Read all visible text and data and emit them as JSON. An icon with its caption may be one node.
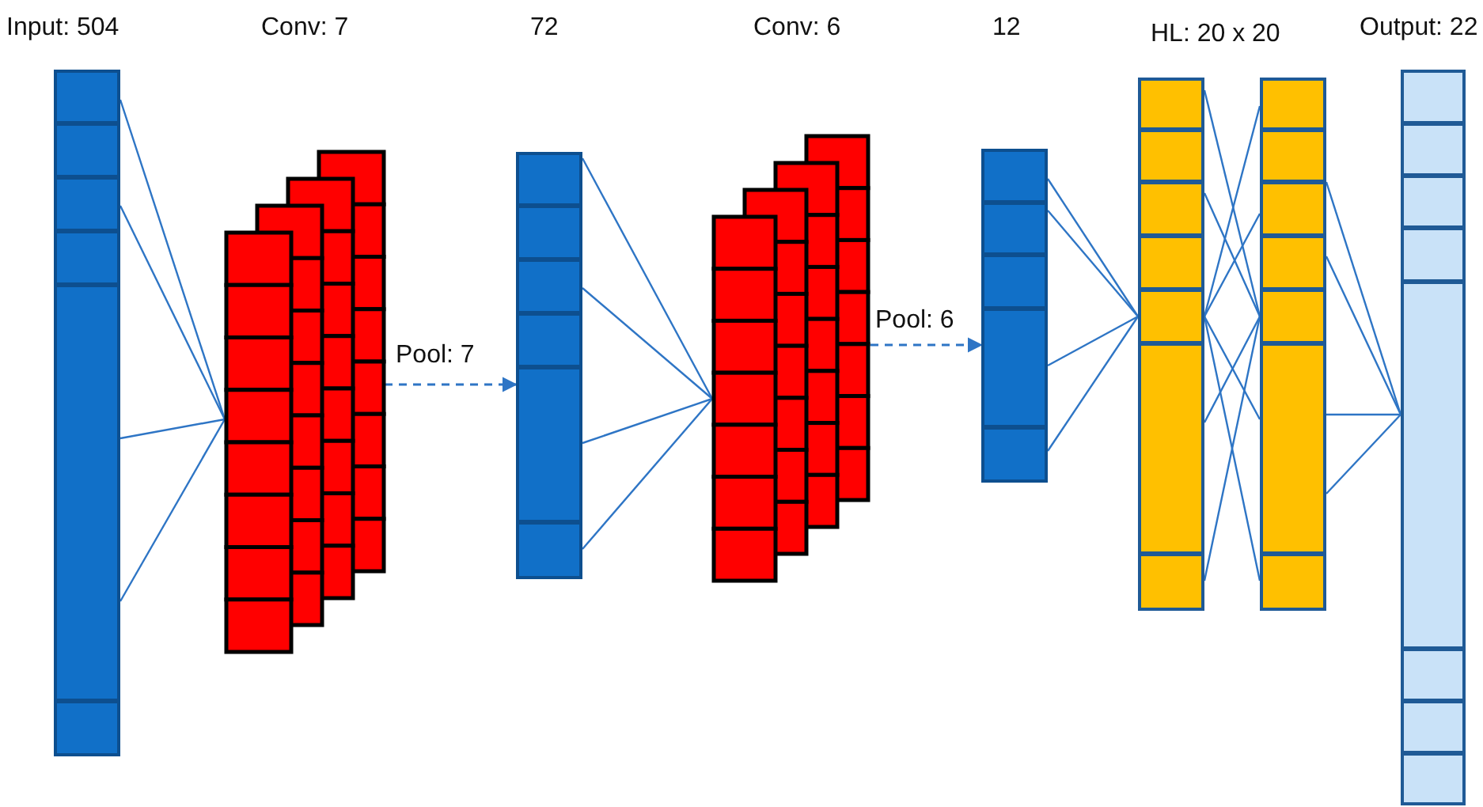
{
  "diagram": {
    "nodes": [
      {
        "text": [
          "Input: 504"
        ]
      },
      {
        "text": [
          "Conv: 7"
        ]
      },
      {
        "text": [
          "72"
        ]
      },
      {
        "text": [
          "Conv: 6"
        ]
      },
      {
        "text": [
          "12"
        ]
      },
      {
        "text": [],
        "shape": "bar"
      },
      {
        "text": [],
        "shape": "bar"
      },
      {
        "text": [
          "Output: 22"
        ]
      }
    ],
    "edges": [
      {
        "from": 0,
        "to": 1,
        "arrow": "none"
      },
      {
        "from": 0,
        "to": 1,
        "arrow": "none"
      },
      {
        "from": 0,
        "to": 1,
        "arrow": "none"
      },
      {
        "from": 0,
        "to": 1,
        "arrow": "none"
      },
      {
        "from": 1,
        "to": 2,
        "arrow": "to",
        "style": "dashed",
        "label": "Pool: 7"
      },
      {
        "from": 2,
        "to": 3,
        "arrow": "none"
      },
      {
        "from": 2,
        "to": 3,
        "arrow": "none"
      },
      {
        "from": 2,
        "to": 3,
        "arrow": "none"
      },
      {
        "from": 2,
        "to": 3,
        "arrow": "none"
      },
      {
        "from": 3,
        "to": 4,
        "arrow": "to",
        "style": "dashed",
        "label": "Pool: 6"
      },
      {
        "from": 4,
        "to": 5,
        "arrow": "none"
      },
      {
        "from": 4,
        "to": 5,
        "arrow": "none"
      },
      {
        "from": 4,
        "to": 5,
        "arrow": "none"
      },
      {
        "from": 4,
        "to": 5,
        "arrow": "none"
      },
      {
        "from": 5,
        "to": 6,
        "arrow": "none"
      },
      {
        "from": 5,
        "to": 6,
        "arrow": "none"
      },
      {
        "from": 5,
        "to": 6,
        "arrow": "none"
      },
      {
        "from": 5,
        "to": 6,
        "arrow": "none"
      },
      {
        "from": 5,
        "to": 6,
        "arrow": "none"
      },
      {
        "from": 5,
        "to": 6,
        "arrow": "none"
      },
      {
        "from": 5,
        "to": 6,
        "arrow": "none"
      },
      {
        "from": 5,
        "to": 6,
        "arrow": "none"
      },
      {
        "from": 6,
        "to": 7,
        "arrow": "none"
      },
      {
        "from": 6,
        "to": 7,
        "arrow": "none"
      },
      {
        "from": 6,
        "to": 7,
        "arrow": "none"
      },
      {
        "from": 6,
        "to": 7,
        "arrow": "none"
      }
    ],
    "labels": [
      "HL: 20 x 20"
    ]
  }
}
